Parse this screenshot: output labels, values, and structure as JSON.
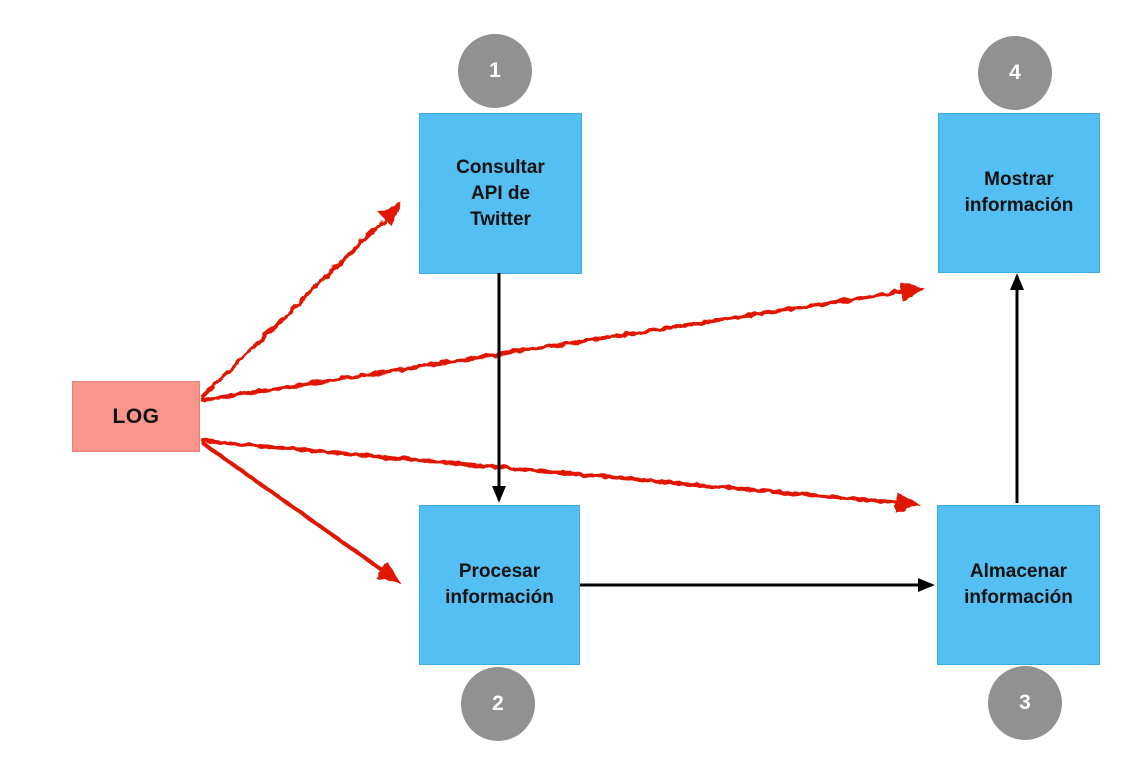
{
  "diagram": {
    "colors": {
      "canvas_bg": "#ffffff",
      "node_blue": "#53bff3",
      "node_blue_border": "#3caae0",
      "log_red": "#f9968c",
      "log_red_border": "#ee8177",
      "badge_gray": "#919191",
      "badge_text": "#ffffff",
      "node_text": "#111111",
      "flow_arrow_black": "#000000",
      "log_arrow_red": "#e01505"
    },
    "log_node": {
      "label": "LOG"
    },
    "steps": [
      {
        "number": "1",
        "label": "Consultar\nAPI de\nTwitter"
      },
      {
        "number": "2",
        "label": "Procesar\ninformación"
      },
      {
        "number": "3",
        "label": "Almacenar\ninformación"
      },
      {
        "number": "4",
        "label": "Mostrar\ninformación"
      }
    ],
    "flow_edges": [
      {
        "from": "Consultar API de Twitter",
        "to": "Procesar información"
      },
      {
        "from": "Procesar información",
        "to": "Almacenar información"
      },
      {
        "from": "Almacenar información",
        "to": "Mostrar información"
      }
    ],
    "log_edges": [
      {
        "from": "LOG",
        "to": "Consultar API de Twitter"
      },
      {
        "from": "LOG",
        "to": "Mostrar información"
      },
      {
        "from": "LOG",
        "to": "Almacenar información"
      },
      {
        "from": "LOG",
        "to": "Procesar información"
      }
    ]
  }
}
